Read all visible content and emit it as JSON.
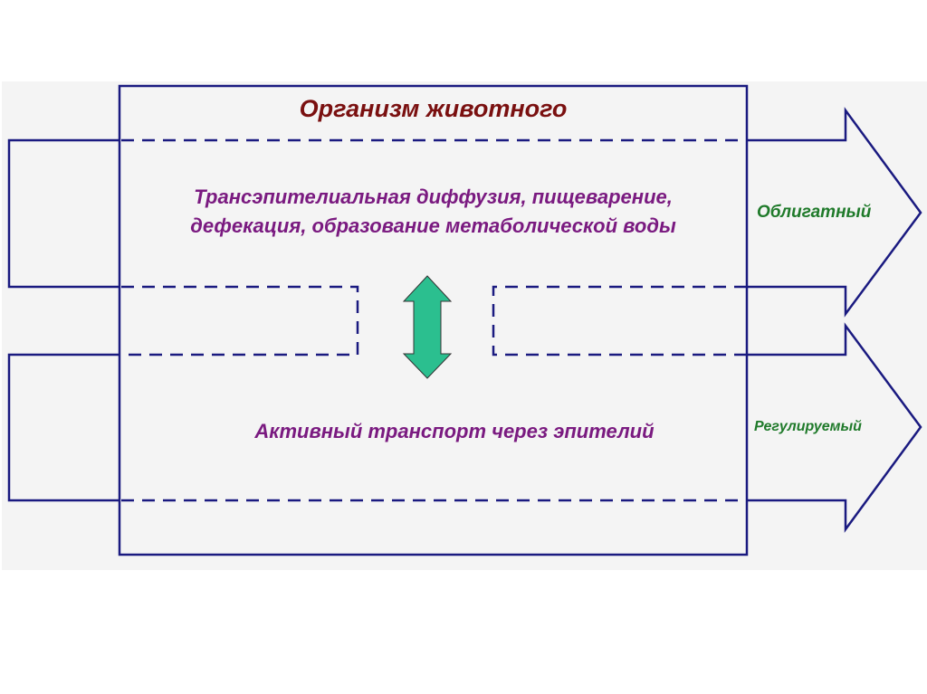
{
  "title": "Организм животного",
  "top_text": {
    "line1": "Трансэпителиальная диффузия, пищеварение,",
    "line2": "дефекация, образование метаболической воды"
  },
  "bottom_text": "Активный транспорт через эпителий",
  "flows": {
    "obligate": "Облигатный",
    "regulated": "Регулируемый"
  },
  "colors": {
    "outline": "#1a1a80",
    "arrow": "#2bbf8f",
    "title": "#7a1010",
    "text": "#7a1a80",
    "labels": "#1f7a2a"
  }
}
